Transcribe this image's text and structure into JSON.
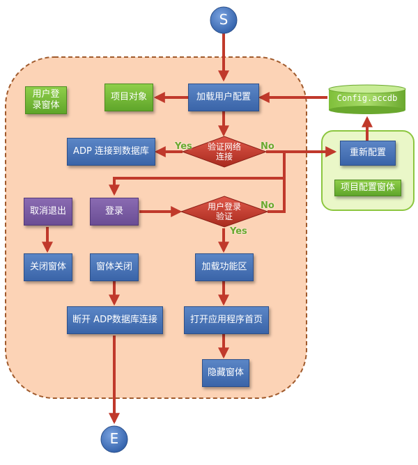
{
  "start_label": "S",
  "end_label": "E",
  "group_main_title": "用户登录窗体",
  "group_config_title": "项目配置窗体",
  "db_label": "Config.accdb",
  "nodes": {
    "load_config": "加载用户配置",
    "project_obj": "项目对象",
    "adp_connect": "ADP 连接到数据库",
    "verify_conn": "验证网络连接",
    "reconfig": "重新配置",
    "login": "登录",
    "verify_user": "用户登录验证",
    "cancel_exit": "取消退出",
    "close_window": "关闭窗体",
    "window_closed": "窗体关闭",
    "load_func": "加载功能区",
    "disconnect": "断开 ADP数据库连接",
    "open_home": "打开应用程序首页",
    "hide_window": "隐藏窗体"
  },
  "edge_labels": {
    "yes1": "Yes",
    "no1": "No",
    "yes2": "Yes",
    "no2": "No"
  },
  "colors": {
    "arrow": "#c0392b",
    "panel_fill": "#fcd3b6",
    "panel_border": "#a05a2c",
    "config_fill": "#eaf7c8",
    "config_border": "#8cc63f",
    "terminal": "#3f6fbf",
    "diamond": "#c0392b",
    "edge_label": "#6aa82e"
  }
}
